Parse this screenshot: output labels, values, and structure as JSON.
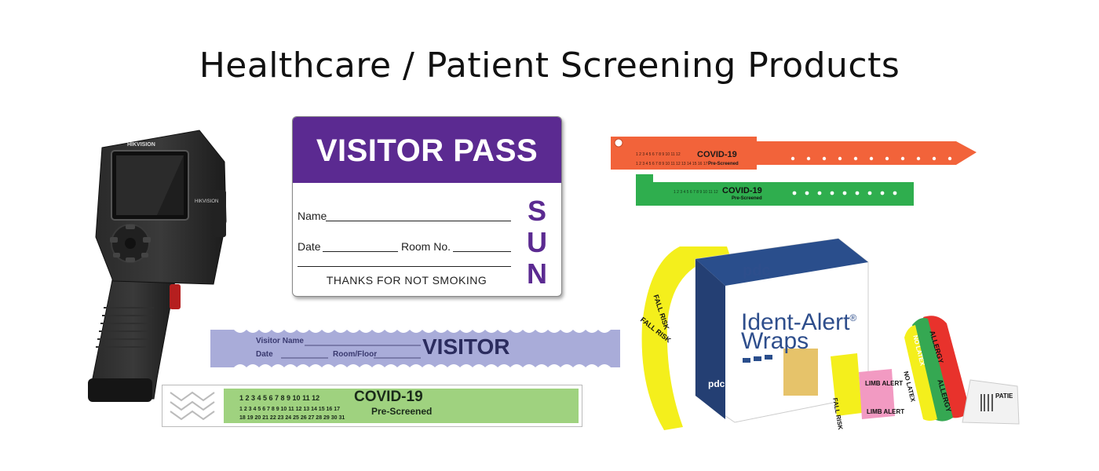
{
  "title": "Healthcare / Patient Screening Products",
  "visitor_pass": {
    "heading": "VISITOR PASS",
    "name_label": "Name",
    "date_label": "Date",
    "room_label": "Room No.",
    "day": [
      "S",
      "U",
      "N"
    ],
    "footer": "THANKS FOR NOT SMOKING"
  },
  "visitor_band": {
    "name_label": "Visitor Name",
    "date_label": "Date",
    "room_label": "Room/Floor",
    "big_text": "VISITOR"
  },
  "covid_band": {
    "row1": "1  2  3  4  5  6  7  8  9  10  11  12",
    "heading": "COVID-19",
    "row2": "1  2  3  4  5  6  7  8  9  10  11  12  13  14  15  16  17",
    "sub": "Pre-Screened",
    "row3": "18  19  20  21  22  23  24  25  26  27  28  29  30  31"
  },
  "orange_band": {
    "heading": "COVID-19",
    "sub": "Pre-Screened"
  },
  "green_band": {
    "heading": "COVID-19",
    "sub": "Pre-Screened"
  },
  "scanner": {
    "brand": "HIKVISION",
    "side_brand": "HIKVISION"
  },
  "ident_box": {
    "brand": "pdc",
    "title_line1": "Ident-Alert",
    "reg": "®",
    "title_line2": "Wraps",
    "brand2": "pdc"
  },
  "alert_labels": {
    "fall_risk_1": "FALL RISK",
    "fall_risk_2": "FALL RISK",
    "fall_risk_3": "FALL RISK",
    "limb_alert_1": "LIMB ALERT",
    "limb_alert_2": "LIMB ALERT",
    "no_latex_1": "NO LATEX",
    "no_latex_2": "NO LATEX",
    "allergy_1": "ALLERGY",
    "allergy_2": "ALLERGY",
    "patient": "PATIE"
  },
  "colors": {
    "purple": "#5b2a91",
    "orange": "#f2633a",
    "green": "#2fae4e",
    "light_green": "#9fd27f",
    "lavender": "#a9acd9",
    "yellow": "#f4ef1c",
    "pink": "#f29ac2",
    "red": "#e8322c",
    "box_blue": "#2e4e8c"
  }
}
